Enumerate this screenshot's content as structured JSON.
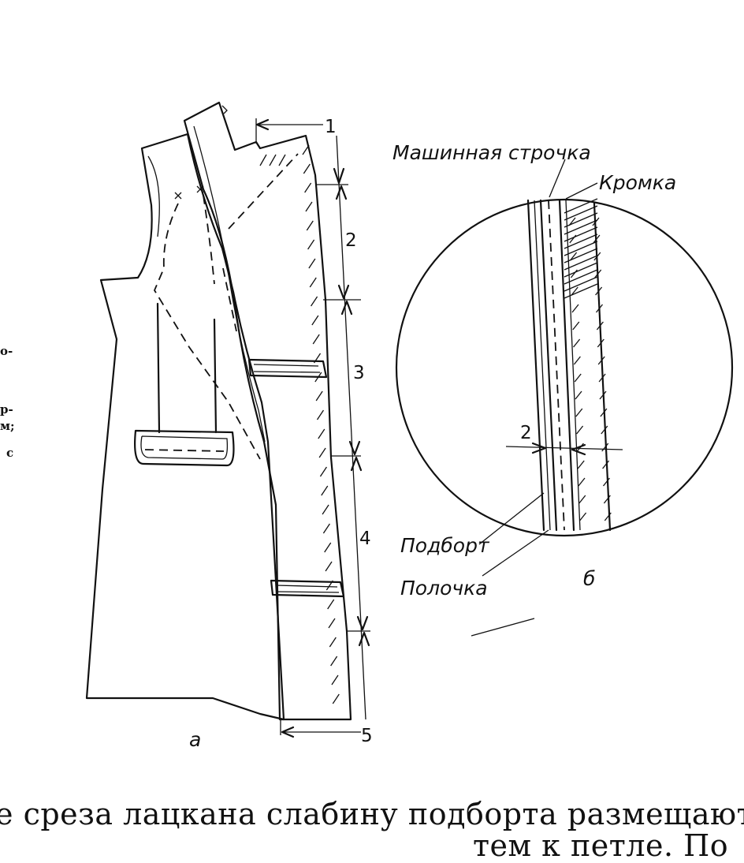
{
  "figure_a": {
    "dimension_labels": [
      "1",
      "2",
      "3",
      "4",
      "5"
    ],
    "caption": "а"
  },
  "figure_b": {
    "labels": {
      "machine_stitch": "Машинная строчка",
      "edge_tape": "Кромка",
      "facing": "Подборт",
      "front": "Полочка",
      "gap": "2"
    },
    "caption": "б"
  },
  "margin_fragments": [
    "о-",
    "р-",
    "м;",
    "с"
  ],
  "body_text": {
    "line1": "е среза лацкана слабину подборта размещают с",
    "line2": "тем к петле. По"
  }
}
